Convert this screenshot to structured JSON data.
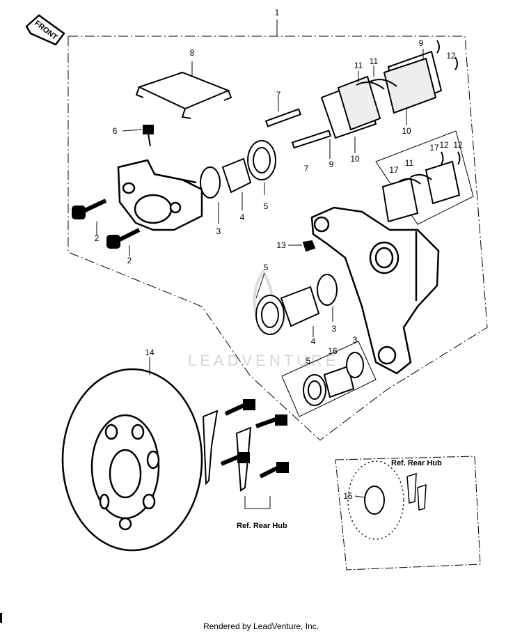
{
  "front_tag": "FRONT",
  "watermark": "LEADVENTURE",
  "footer": "Rendered by LeadVenture, Inc.",
  "ref_rear_hub": "Ref.  Rear Hub",
  "inset_ref_rear_hub": "Ref. Rear Hub",
  "callouts": {
    "c1": "1",
    "c2a": "2",
    "c2b": "2",
    "c3a": "3",
    "c3b": "3",
    "c3c": "3",
    "c4a": "4",
    "c4b": "4",
    "c5a": "5",
    "c5b": "5",
    "c5c": "5",
    "c6": "6",
    "c7a": "7",
    "c7b": "7",
    "c8": "8",
    "c9a": "9",
    "c9b": "9",
    "c10a": "10",
    "c10b": "10",
    "c11a": "11",
    "c11b": "11",
    "c11c": "11",
    "c12a": "12",
    "c12b": "12",
    "c12c": "12",
    "c13": "13",
    "c14": "14",
    "c15": "15",
    "c16": "16",
    "c17a": "17",
    "c17b": "17"
  }
}
